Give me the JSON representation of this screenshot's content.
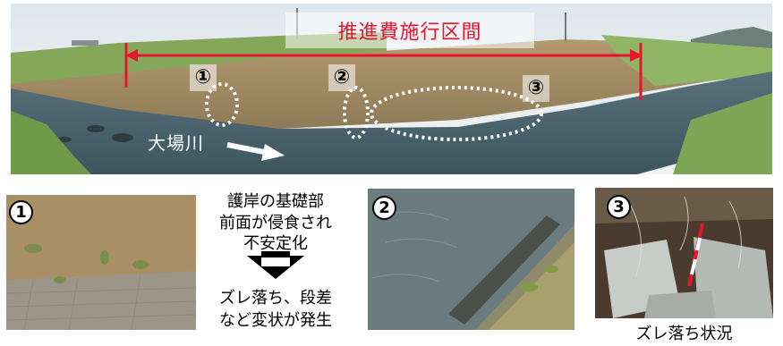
{
  "panorama": {
    "section_label": "推進費施行区間",
    "river_label": "大場川",
    "markers": [
      "①",
      "②",
      "③"
    ]
  },
  "detail_photos": [
    {
      "number": "1"
    },
    {
      "number": "2"
    },
    {
      "number": "3"
    }
  ],
  "explanation": {
    "line1": "護岸の基礎部",
    "line2": "前面が侵食され",
    "line3": "不安定化",
    "line4": "ズレ落ち、段差",
    "line5": "など変状が発生"
  },
  "photo3_caption": "ズレ落ち状況",
  "colors": {
    "label_red": "#e8142b",
    "arrow_red": "#e8142b",
    "highlight_white": "#ffffff"
  }
}
